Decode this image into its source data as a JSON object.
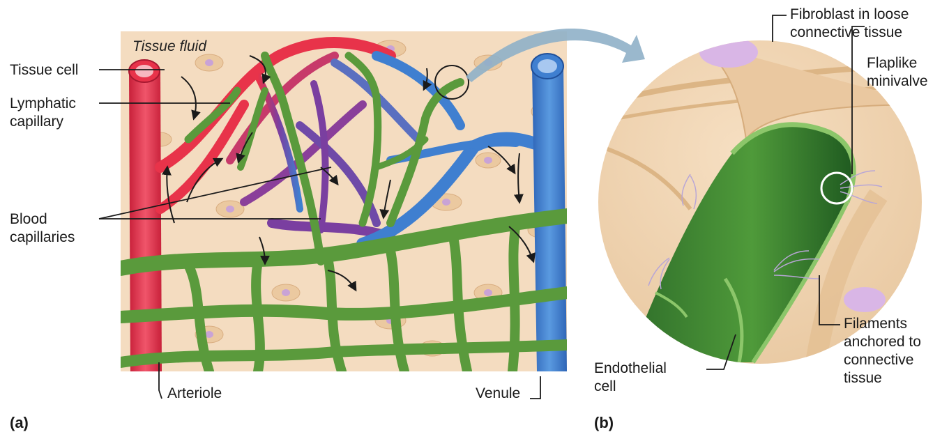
{
  "panel_a": {
    "label": "(a)",
    "labels": {
      "tissue_fluid": "Tissue fluid",
      "tissue_cell": "Tissue cell",
      "lymphatic_capillary": "Lymphatic\ncapillary",
      "blood_capillaries": "Blood\ncapillaries",
      "arteriole": "Arteriole",
      "venule": "Venule"
    }
  },
  "panel_b": {
    "label": "(b)",
    "labels": {
      "fibroblast": "Fibroblast in loose\nconnective tissue",
      "minivalve": "Flaplike\nminivalve",
      "endothelial_cell": "Endothelial\ncell",
      "filaments": "Filaments\nanchored to\nconnective\ntissue"
    }
  },
  "colors": {
    "tissue_background": "#f4dcc0",
    "tissue_cell": "#e8c49a",
    "cell_nucleus": "#c9a3d6",
    "arteriole": "#e8334a",
    "venule": "#3f7fd0",
    "blood_capillary_mix": "#7a3fa0",
    "lymphatic": "#5a9a3c",
    "lymphatic_dark": "#2f6e2a",
    "callout_arrow": "#8fb0c8"
  }
}
